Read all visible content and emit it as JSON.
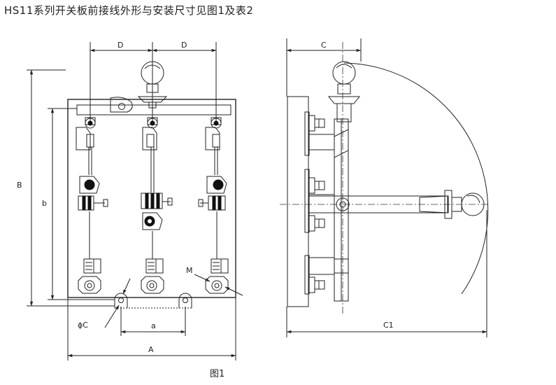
{
  "title": "HS11系列开关板前接线外形与安装尺寸见图1及表2",
  "caption": "图1",
  "dimension_labels": {
    "D_left": "D",
    "D_right": "D",
    "C": "C",
    "B": "B",
    "b": "b",
    "M": "M",
    "phiC": "ϕC",
    "a": "a",
    "A": "A",
    "C1": "C1"
  }
}
